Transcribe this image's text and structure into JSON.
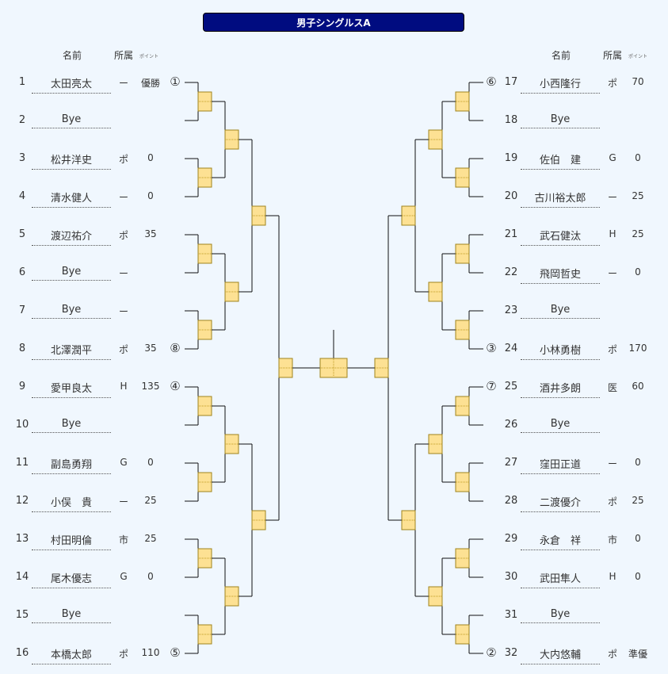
{
  "title": "男子シングルスA",
  "headers": {
    "name": "名前",
    "affiliation": "所属",
    "points": "ポイント"
  },
  "left_players": [
    {
      "no": "1",
      "name": "太田亮太",
      "aff": "ー",
      "pts": "優勝",
      "seed": "①"
    },
    {
      "no": "2",
      "name": "Bye",
      "aff": "",
      "pts": "",
      "seed": ""
    },
    {
      "no": "3",
      "name": "松井洋史",
      "aff": "ポ",
      "pts": "0",
      "seed": ""
    },
    {
      "no": "4",
      "name": "清水健人",
      "aff": "ー",
      "pts": "0",
      "seed": ""
    },
    {
      "no": "5",
      "name": "渡辺祐介",
      "aff": "ポ",
      "pts": "35",
      "seed": ""
    },
    {
      "no": "6",
      "name": "Bye",
      "aff": "ー",
      "pts": "",
      "seed": ""
    },
    {
      "no": "7",
      "name": "Bye",
      "aff": "ー",
      "pts": "",
      "seed": ""
    },
    {
      "no": "8",
      "name": "北澤潤平",
      "aff": "ポ",
      "pts": "35",
      "seed": "⑧"
    },
    {
      "no": "9",
      "name": "愛甲良太",
      "aff": "H",
      "pts": "135",
      "seed": "④"
    },
    {
      "no": "10",
      "name": "Bye",
      "aff": "",
      "pts": "",
      "seed": ""
    },
    {
      "no": "11",
      "name": "副島勇翔",
      "aff": "G",
      "pts": "0",
      "seed": ""
    },
    {
      "no": "12",
      "name": "小俣　貴",
      "aff": "ー",
      "pts": "25",
      "seed": ""
    },
    {
      "no": "13",
      "name": "村田明倫",
      "aff": "市",
      "pts": "25",
      "seed": ""
    },
    {
      "no": "14",
      "name": "尾木優志",
      "aff": "G",
      "pts": "0",
      "seed": ""
    },
    {
      "no": "15",
      "name": "Bye",
      "aff": "",
      "pts": "",
      "seed": ""
    },
    {
      "no": "16",
      "name": "本橋太郎",
      "aff": "ポ",
      "pts": "110",
      "seed": "⑤"
    }
  ],
  "right_players": [
    {
      "no": "17",
      "name": "小西隆行",
      "aff": "ポ",
      "pts": "70",
      "seed": "⑥"
    },
    {
      "no": "18",
      "name": "Bye",
      "aff": "",
      "pts": "",
      "seed": ""
    },
    {
      "no": "19",
      "name": "佐伯　建",
      "aff": "G",
      "pts": "0",
      "seed": ""
    },
    {
      "no": "20",
      "name": "古川裕太郎",
      "aff": "ー",
      "pts": "25",
      "seed": ""
    },
    {
      "no": "21",
      "name": "武石健汰",
      "aff": "H",
      "pts": "25",
      "seed": ""
    },
    {
      "no": "22",
      "name": "飛岡哲史",
      "aff": "ー",
      "pts": "0",
      "seed": ""
    },
    {
      "no": "23",
      "name": "Bye",
      "aff": "",
      "pts": "",
      "seed": ""
    },
    {
      "no": "24",
      "name": "小林勇樹",
      "aff": "ポ",
      "pts": "170",
      "seed": "③"
    },
    {
      "no": "25",
      "name": "酒井多朗",
      "aff": "医",
      "pts": "60",
      "seed": "⑦"
    },
    {
      "no": "26",
      "name": "Bye",
      "aff": "",
      "pts": "",
      "seed": ""
    },
    {
      "no": "27",
      "name": "窪田正道",
      "aff": "ー",
      "pts": "0",
      "seed": ""
    },
    {
      "no": "28",
      "name": "二渡優介",
      "aff": "ポ",
      "pts": "25",
      "seed": ""
    },
    {
      "no": "29",
      "name": "永倉　祥",
      "aff": "市",
      "pts": "0",
      "seed": ""
    },
    {
      "no": "30",
      "name": "武田隼人",
      "aff": "H",
      "pts": "0",
      "seed": ""
    },
    {
      "no": "31",
      "name": "Bye",
      "aff": "",
      "pts": "",
      "seed": ""
    },
    {
      "no": "32",
      "name": "大内悠輔",
      "aff": "ポ",
      "pts": "準優",
      "seed": "②"
    }
  ]
}
